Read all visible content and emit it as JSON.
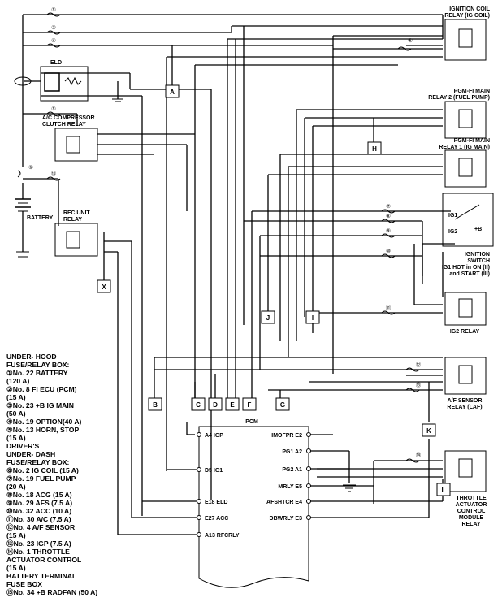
{
  "relays": {
    "ig_coil": [
      "IGNITION COIL",
      "RELAY (IG COIL)"
    ],
    "fuel_pump": [
      "PGM-FI MAIN",
      "RELAY 2 (FUEL PUMP)"
    ],
    "ig_main": [
      "PGM-FI MAIN",
      "RELAY 1 (IG MAIN)"
    ],
    "ig2": [
      "IG2 RELAY"
    ],
    "af_sensor": [
      "A/F SENSOR",
      "RELAY (LAF)"
    ],
    "throttle": [
      "THROTTLE",
      "ACTUATOR",
      "CONTROL",
      "MODULE",
      "RELAY"
    ],
    "ac": [
      "A/C COMPRESSOR",
      "CLUTCH RELAY"
    ],
    "rfc": [
      "RFC UNIT",
      "RELAY"
    ]
  },
  "components": {
    "eld": "ELD",
    "battery": "BATTERY",
    "pcm": "PCM"
  },
  "ignition_switch": {
    "ig1": "IG1",
    "ig2": "IG2",
    "b": "+B",
    "caption": [
      "IGNITION",
      "SWITCH",
      "IG1 HOT in ON (II)",
      "and START (III)"
    ]
  },
  "connectors": [
    "A",
    "H",
    "X",
    "J",
    "I",
    "B",
    "C",
    "D",
    "E",
    "F",
    "G",
    "K",
    "L"
  ],
  "fuse_numbers": [
    "⑤",
    "③",
    "④",
    "⑥",
    "⑤",
    "①",
    "⑬",
    "⑦",
    "⑧",
    "⑨",
    "⑩",
    "⑪",
    "⑫",
    "⑬",
    "⑭"
  ],
  "pcm_pins_left": [
    "A4 IGP",
    "D5 IG1",
    "E18 ELD",
    "E27 ACC",
    "A13 RFCRLY"
  ],
  "pcm_pins_right": [
    "IMOFPR E2",
    "PG1 A2",
    "PG2 A1",
    "MRLY E5",
    "AFSHTCR E4",
    "DBWRLY E3"
  ],
  "legend": [
    "UNDER- HOOD",
    "FUSE/RELAY BOX:",
    "①No. 22 BATTERY",
    "   (120 A)",
    "②No. 8 FI ECU (PCM)",
    "   (15 A)",
    "③No. 23 +B IG MAIN",
    "   (50 A)",
    "④No. 19 OPTION(40 A)",
    "⑤No. 13 HORN, STOP",
    "   (15 A)",
    "DRIVER'S",
    "UNDER- DASH",
    "FUSE/RELAY BOX:",
    "⑥No. 2 IG COIL (15 A)",
    "⑦No. 19 FUEL PUMP",
    "   (20 A)",
    "⑧No. 18 ACG (15 A)",
    "⑨No. 29 AFS (7.5 A)",
    "⑩No. 32 ACC (10 A)",
    "⑪No. 30 A/C (7.5 A)",
    "⑫No. 4 A/F SENSOR",
    "   (15 A)",
    "⑬No. 23 IGP (7.5 A)",
    "⑭No. 1 THROTTLE",
    "   ACTUATOR CONTROL",
    "   (15 A)",
    "BATTERY TERMINAL",
    "FUSE BOX",
    "⑮No. 34 +B RADFAN (50 A)"
  ]
}
